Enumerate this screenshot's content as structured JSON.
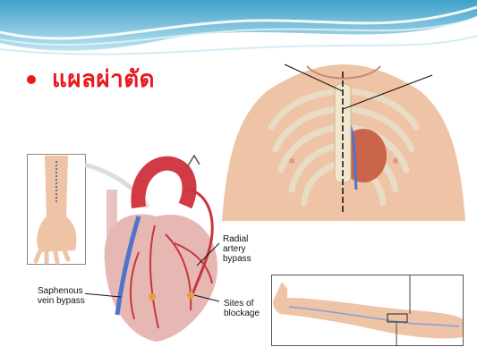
{
  "slide": {
    "title": "แผลผ่าตัด",
    "labels": {
      "radial": "Radial\nartery\nbypass",
      "saphenous": "Saphenous\nvein bypass",
      "sites": "Sites of\nblockage"
    }
  },
  "colors": {
    "title": "#e8191f",
    "banner_top": "#7fc6df",
    "banner_mid": "#d8eef6",
    "skin": "#efc3a6",
    "artery": "#c8363d",
    "vein": "#4f74c9"
  }
}
